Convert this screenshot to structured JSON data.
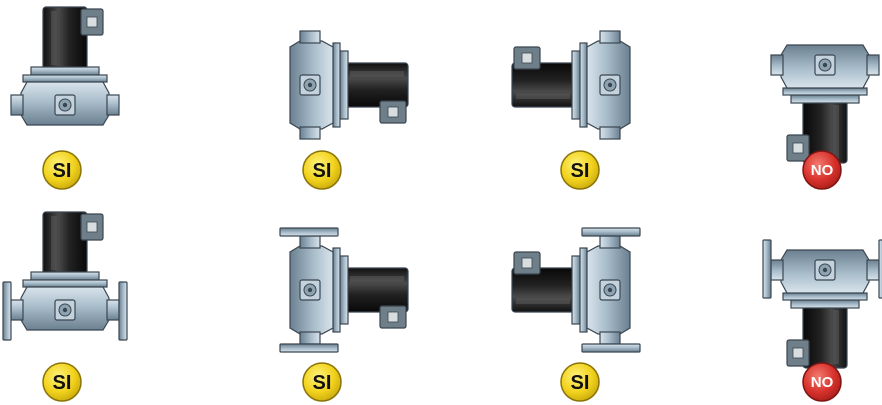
{
  "colors": {
    "background": "#ffffff",
    "body": "#a9bdcb",
    "body_light": "#d6e2ea",
    "body_dark": "#5d7282",
    "outline": "#3a4650",
    "coil": "#1c1c1c",
    "coil_highlight": "#5a5a5a",
    "terminal_box": "#6f7f8a",
    "terminal_face": "#d8dde0",
    "badge_ok": "#f1d21d",
    "badge_ok_text": "#111111",
    "badge_bad": "#d8322c",
    "badge_bad_text": "#ffffff"
  },
  "icons": [
    "solenoid-valve-icon",
    "flange-icon",
    "coil-icon",
    "terminal-box-icon"
  ],
  "valves": [
    {
      "row": 1,
      "col": 1,
      "orientation": "coil-up",
      "flanged": false,
      "allowed": true,
      "badge": "SI"
    },
    {
      "row": 1,
      "col": 2,
      "orientation": "coil-right",
      "flanged": false,
      "allowed": true,
      "badge": "SI"
    },
    {
      "row": 1,
      "col": 3,
      "orientation": "coil-left",
      "flanged": false,
      "allowed": true,
      "badge": "SI"
    },
    {
      "row": 1,
      "col": 4,
      "orientation": "coil-down",
      "flanged": false,
      "allowed": false,
      "badge": "NO"
    },
    {
      "row": 2,
      "col": 1,
      "orientation": "coil-up",
      "flanged": true,
      "allowed": true,
      "badge": "SI"
    },
    {
      "row": 2,
      "col": 2,
      "orientation": "coil-right",
      "flanged": true,
      "allowed": true,
      "badge": "SI"
    },
    {
      "row": 2,
      "col": 3,
      "orientation": "coil-left",
      "flanged": true,
      "allowed": true,
      "badge": "SI"
    },
    {
      "row": 2,
      "col": 4,
      "orientation": "coil-down",
      "flanged": true,
      "allowed": false,
      "badge": "NO"
    }
  ]
}
